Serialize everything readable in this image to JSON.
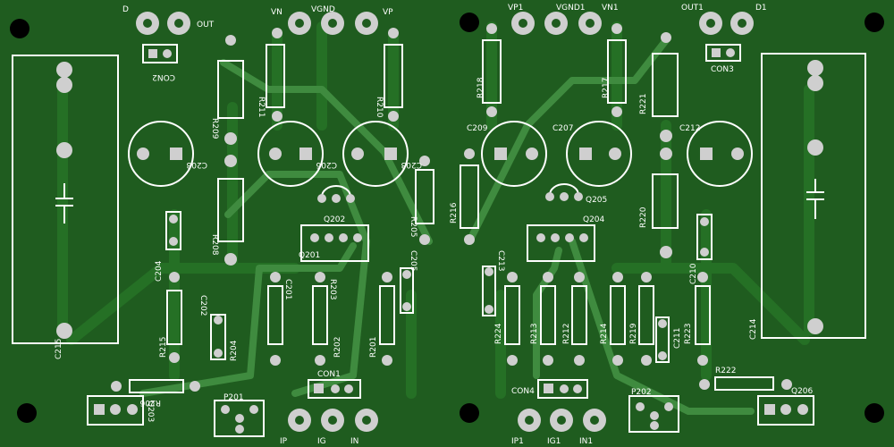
{
  "board": {
    "colors": {
      "substrate": "#1f5c1f",
      "copper": "#256f25",
      "trace": "#3e8a3e",
      "pad": "#cfcfcf",
      "silk": "#ffffff",
      "hole": "#000000"
    },
    "labels": {
      "D": "D",
      "OUT": "OUT",
      "VN": "VN",
      "VGND": "VGND",
      "VP": "VP",
      "VP1": "VP1",
      "VGND1": "VGND1",
      "VN1": "VN1",
      "OUT1": "OUT1",
      "D1": "D1",
      "IP": "IP",
      "IG": "IG",
      "IN": "IN",
      "IP1": "IP1",
      "IG1": "IG1",
      "IN1": "IN1",
      "CON1": "CON1",
      "CON2": "CON2",
      "CON3": "CON3",
      "CON4": "CON4",
      "R218": "R218",
      "R217": "R217",
      "R221": "R221",
      "R211": "R211",
      "R210": "R210",
      "R209": "R209",
      "R208": "R208",
      "R205": "R205",
      "R216": "R216",
      "R220": "R220",
      "C209": "C209",
      "C207": "C207",
      "C212": "C212",
      "C208": "C208",
      "C206": "C206",
      "C203": "C203",
      "C204": "C204",
      "C205": "C205",
      "C202": "C202",
      "C201": "C201",
      "C210": "C210",
      "C211": "C211",
      "C213": "C213",
      "C214": "C214",
      "C215": "C215",
      "C201b": "C201",
      "Q202": "Q202",
      "Q201": "Q201",
      "Q204": "Q204",
      "Q205": "Q205",
      "Q203": "Q203",
      "Q206": "Q206",
      "R215": "R215",
      "R204": "R204",
      "R203": "R203",
      "R202": "R202",
      "R201": "R201",
      "R206": "R206",
      "R224": "R224",
      "R213": "R213",
      "R212": "R212",
      "R214": "R214",
      "R219": "R219",
      "R223": "R223",
      "R222": "R222",
      "P201": "P201",
      "P202": "P202"
    }
  }
}
